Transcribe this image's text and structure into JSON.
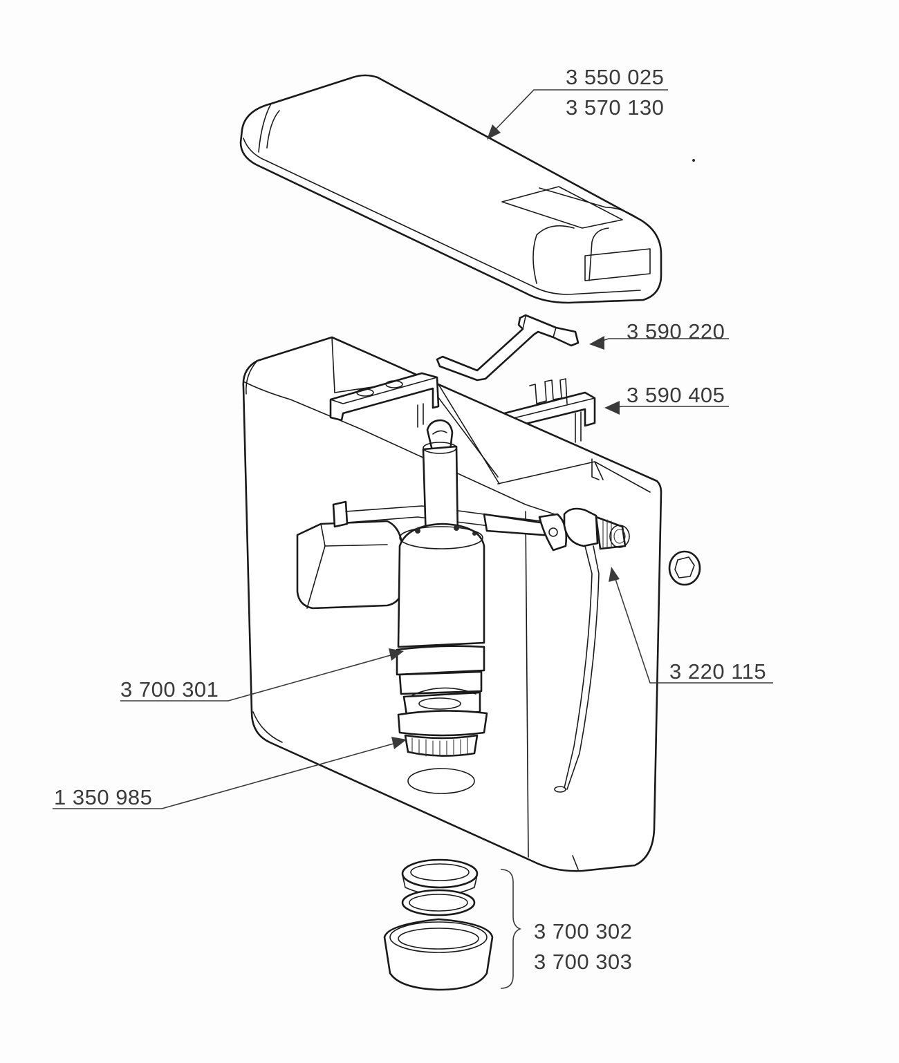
{
  "diagram": {
    "callouts": {
      "cover": [
        "3 550 025",
        "3 570 130"
      ],
      "lever": "3 590 220",
      "bracket": "3 590 405",
      "fill_valve": "3 220 115",
      "flush_valve": "3 700 301",
      "locknut": "1 350 985",
      "seals": [
        "3 700 302",
        "3 700 303"
      ]
    }
  }
}
